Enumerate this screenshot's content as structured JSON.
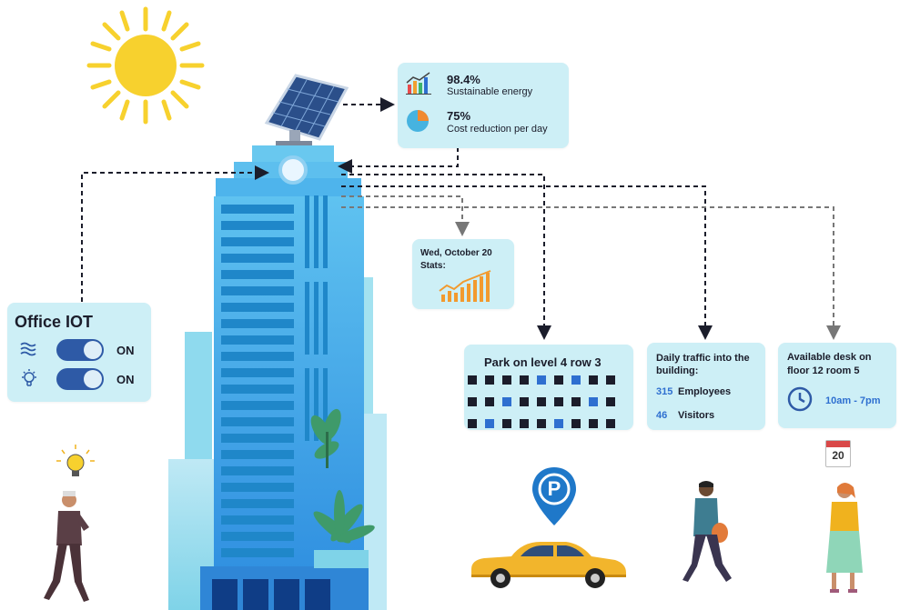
{
  "stats_card": {
    "items": [
      {
        "value": "98.4%",
        "label": "Sustainable energy"
      },
      {
        "value": "75%",
        "label": "Cost reduction per day"
      }
    ]
  },
  "date_card": {
    "date": "Wed, October 20",
    "stats_label": "Stats:"
  },
  "office_iot": {
    "title": "Office IOT",
    "toggles": [
      {
        "icon": "air-waves-icon",
        "state": "ON"
      },
      {
        "icon": "lightbulb-icon",
        "state": "ON"
      }
    ]
  },
  "parking_card": {
    "title": "Park on level 4 row 3",
    "grid": [
      [
        "black",
        "black",
        "black",
        "black",
        "blue",
        "black",
        "blue",
        "black",
        "black"
      ],
      [
        "black",
        "black",
        "blue",
        "black",
        "black",
        "black",
        "black",
        "blue",
        "black"
      ],
      [
        "black",
        "blue",
        "black",
        "black",
        "black",
        "blue",
        "black",
        "black",
        "black"
      ]
    ]
  },
  "traffic_card": {
    "title": "Daily traffic into the building:",
    "rows": [
      {
        "count": "315",
        "label": "Employees"
      },
      {
        "count": "46",
        "label": "Visitors"
      }
    ]
  },
  "desk_card": {
    "title": "Available desk on floor 12 room 5",
    "time": "10am - 7pm"
  },
  "calendar": {
    "day": "20"
  },
  "parking_sign": {
    "letter": "P"
  },
  "colors": {
    "card_bg": "#cdeff6",
    "accent_blue": "#2e5aa6",
    "building": "#3aa3e6",
    "sun": "#f7d12e",
    "taxi": "#f2b52c"
  }
}
